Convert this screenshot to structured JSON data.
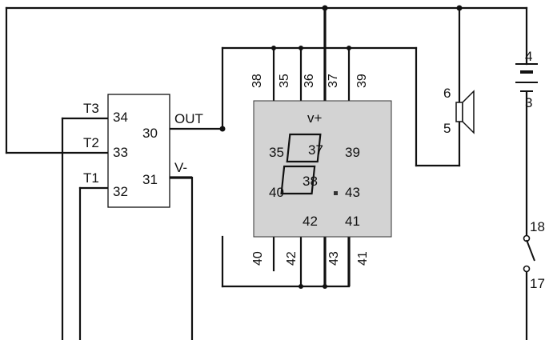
{
  "chip": {
    "pins": {
      "t3_pin": "34",
      "t2_pin": "33",
      "t1_pin": "32",
      "out_pin": "30",
      "vminus_pin": "31"
    },
    "labels": {
      "t3": "T3",
      "t2": "T2",
      "t1": "T1",
      "out": "OUT",
      "vminus": "V-"
    }
  },
  "display": {
    "top_pins": [
      "38",
      "35",
      "36",
      "37",
      "39"
    ],
    "bottom_pins": [
      "40",
      "42",
      "43",
      "41"
    ],
    "inner": {
      "vplus": "v+",
      "seg_a": "37",
      "seg_b": "38",
      "left_top": "35",
      "left_bottom": "40",
      "right_top": "39",
      "right_bottom": "43",
      "bottom_left": "42",
      "bottom_right": "41"
    }
  },
  "speaker": {
    "top_pin": "6",
    "bottom_pin": "5"
  },
  "battery": {
    "top_pin": "4",
    "bottom_pin": "3"
  },
  "switch": {
    "top_pin": "18",
    "bottom_pin": "17"
  }
}
